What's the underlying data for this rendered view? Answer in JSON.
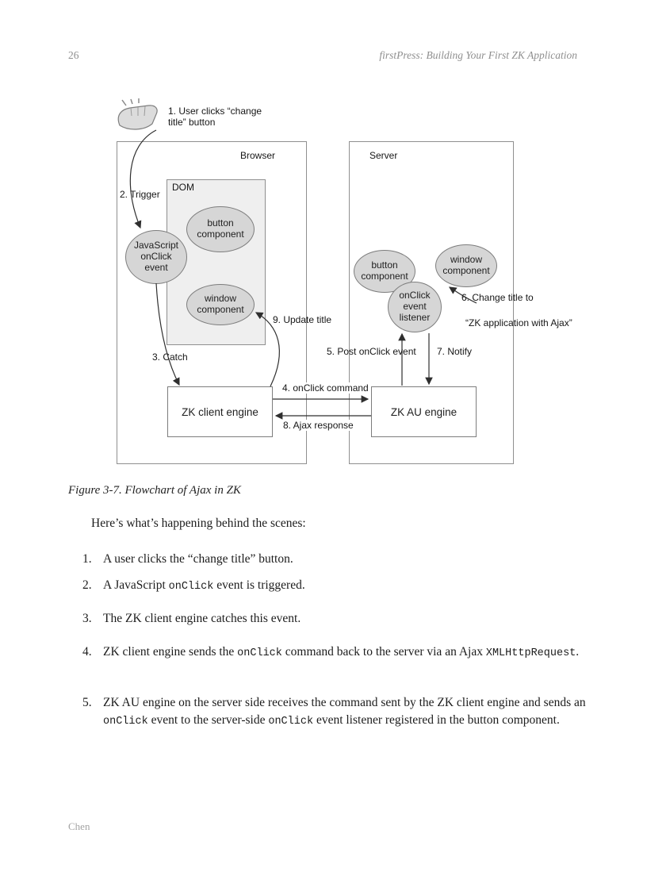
{
  "page": {
    "number": "26",
    "header_title": "firstPress: Building Your First ZK Application",
    "footer": "Chen"
  },
  "diagram": {
    "click_label": "1. User clicks “change title” button",
    "browser_label": "Browser",
    "server_label": "Server",
    "dom_label": "DOM",
    "nodes": {
      "js_onclick_event": "JavaScript onClick event",
      "button_component_browser": "button component",
      "window_component_browser": "window component",
      "button_component_server": "button component",
      "window_component_server": "window component",
      "onclick_listener": "onClick event listener",
      "zk_client_engine": "ZK client engine",
      "zk_au_engine": "ZK AU engine"
    },
    "labels": {
      "trigger": "2. Trigger",
      "catch": "3. Catch",
      "onclick_command": "4. onClick command",
      "post_onclick": "5. Post onClick event",
      "change_title_1": "6. Change title to",
      "change_title_2": "“ZK application with Ajax”",
      "notify": "7. Notify",
      "ajax_response": "8. Ajax response",
      "update_title": "9. Update title"
    }
  },
  "caption": "Figure 3-7. Flowchart of Ajax in ZK",
  "intro": "Here’s what’s happening behind the scenes:",
  "list": {
    "items": [
      {
        "num": "1.",
        "segments": [
          {
            "text": "A user clicks the “change title” button."
          }
        ]
      },
      {
        "num": "2.",
        "segments": [
          {
            "text": "A JavaScript "
          },
          {
            "text": "onClick",
            "mono": true
          },
          {
            "text": " event is triggered."
          }
        ]
      },
      {
        "num": "3.",
        "segments": [
          {
            "text": "The ZK client engine catches this event."
          }
        ]
      },
      {
        "num": "4.",
        "segments": [
          {
            "text": "ZK client engine sends the "
          },
          {
            "text": "onClick",
            "mono": true
          },
          {
            "text": " command back to the server via an Ajax "
          },
          {
            "text": "XMLHttpRequest",
            "mono": true
          },
          {
            "text": "."
          }
        ]
      },
      {
        "num": "5.",
        "segments": [
          {
            "text": "ZK AU engine on the server side receives the command sent by the ZK client engine and sends an "
          },
          {
            "text": "onClick",
            "mono": true
          },
          {
            "text": " event to the server-side "
          },
          {
            "text": "onClick",
            "mono": true
          },
          {
            "text": " event listener registered in the button component."
          }
        ]
      }
    ]
  }
}
